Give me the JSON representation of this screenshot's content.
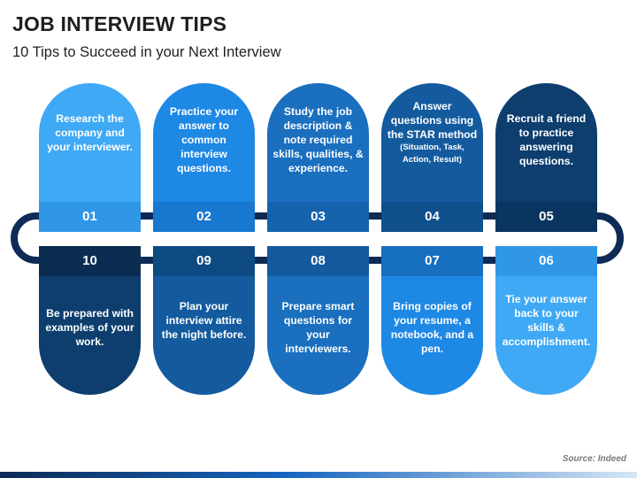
{
  "title": "JOB INTERVIEW TIPS",
  "subtitle": "10 Tips to Succeed in your Next Interview",
  "source": "Source: Indeed",
  "colors": {
    "c1": "#3fa9f5",
    "c2": "#1e88e5",
    "c3": "#1a6fbf",
    "c4": "#135b9e",
    "c5": "#0d3e6e",
    "c6": "#0b2d52",
    "track": "#0d2b55"
  },
  "tips_top": [
    {
      "number": "01",
      "text": "Research the company and your interviewer."
    },
    {
      "number": "02",
      "text": "Practice your answer to common interview questions."
    },
    {
      "number": "03",
      "text": "Study the job description & note required skills, qualities, & experience."
    },
    {
      "number": "04",
      "text": "Answer questions using the STAR method",
      "note": "(Situation, Task, Action, Result)"
    },
    {
      "number": "05",
      "text": "Recruit a friend to practice answering questions."
    }
  ],
  "tips_bottom": [
    {
      "number": "10",
      "text": "Be prepared with examples of your work."
    },
    {
      "number": "09",
      "text": "Plan your interview attire the night before."
    },
    {
      "number": "08",
      "text": "Prepare smart questions for your interviewers."
    },
    {
      "number": "07",
      "text": "Bring copies of your resume, a notebook, and a pen."
    },
    {
      "number": "06",
      "text": "Tie your answer back to your skills & accomplishment."
    }
  ]
}
